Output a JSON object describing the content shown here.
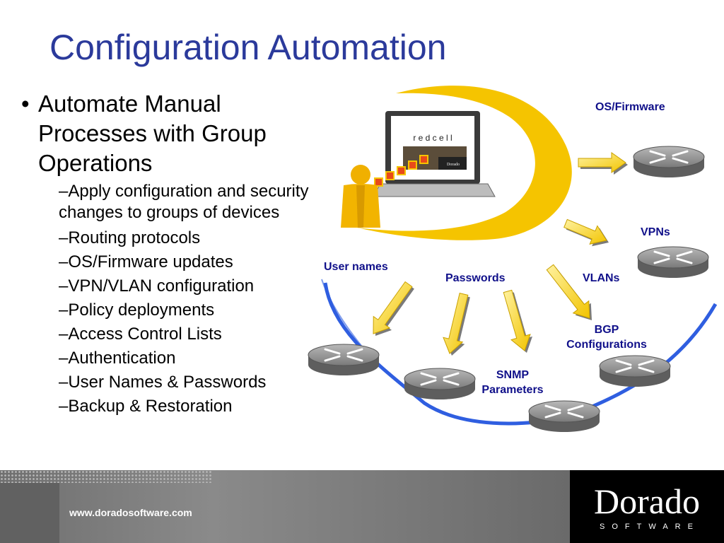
{
  "slide": {
    "title": "Configuration Automation"
  },
  "bullets": {
    "main": "Automate Manual\nProcesses with Group\nOperations",
    "bullet_char": "•",
    "sub_prefix": "–",
    "items": [
      "Apply configuration and security\nchanges to groups of devices",
      "Routing protocols",
      "OS/Firmware updates",
      "VPN/VLAN configuration",
      "Policy deployments",
      "Access Control Lists",
      "Authentication",
      "User Names & Passwords",
      "Backup & Restoration"
    ]
  },
  "diagram": {
    "screen_text": "r e d c e l l",
    "screen_small": "Dorado",
    "labels": {
      "os_firmware": "OS/Firmware",
      "vpns": "VPNs",
      "user_names": "User names",
      "passwords": "Passwords",
      "vlans": "VLANs",
      "bgp": "BGP\nConfigurations",
      "snmp": "SNMP\nParameters"
    },
    "colors": {
      "label_blue": "#10108a",
      "arc_yellow": "#f5c400",
      "arc_blue": "#2f5ee0",
      "arrow_yellow": "#f7d21c"
    }
  },
  "footer": {
    "url": "www.doradosoftware.com",
    "logo_word": "Dorado",
    "logo_sub": "SOFTWARE"
  }
}
